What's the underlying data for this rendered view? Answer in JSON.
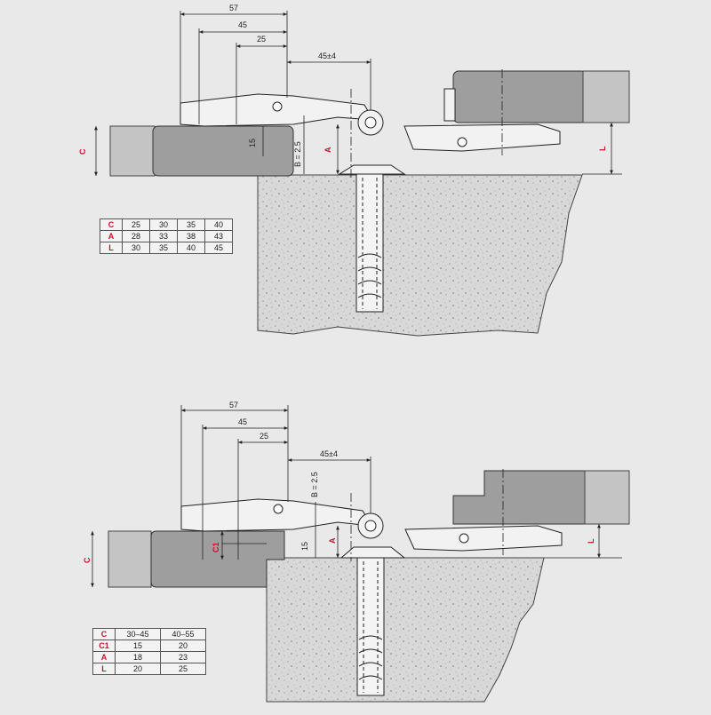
{
  "colors": {
    "background": "#e9e9e9",
    "label_red": "#c8102e",
    "panel_gray": "#a7a7a7",
    "worktop": "#d9d9d9",
    "line": "#222222"
  },
  "top": {
    "dims": {
      "d57": "57",
      "d45": "45",
      "d25": "25",
      "d45tol": "45±4",
      "d15": "15",
      "b": "B = 2.5"
    },
    "labels": {
      "c": "C",
      "a": "A",
      "l": "L"
    },
    "table": {
      "rows": [
        {
          "key": "C",
          "values": [
            "25",
            "30",
            "35",
            "40"
          ]
        },
        {
          "key": "A",
          "values": [
            "28",
            "33",
            "38",
            "43"
          ]
        },
        {
          "key": "L",
          "values": [
            "30",
            "35",
            "40",
            "45"
          ]
        }
      ]
    }
  },
  "bottom": {
    "dims": {
      "d57": "57",
      "d45": "45",
      "d25": "25",
      "d45tol": "45±4",
      "d15": "15",
      "b": "B = 2.5"
    },
    "labels": {
      "c": "C",
      "c1": "C1",
      "a": "A",
      "l": "L"
    },
    "table": {
      "rows": [
        {
          "key": "C",
          "values": [
            "30–45",
            "40–55"
          ]
        },
        {
          "key": "C1",
          "values": [
            "15",
            "20"
          ]
        },
        {
          "key": "A",
          "values": [
            "18",
            "23"
          ]
        },
        {
          "key": "L",
          "values": [
            "20",
            "25"
          ]
        }
      ]
    }
  }
}
